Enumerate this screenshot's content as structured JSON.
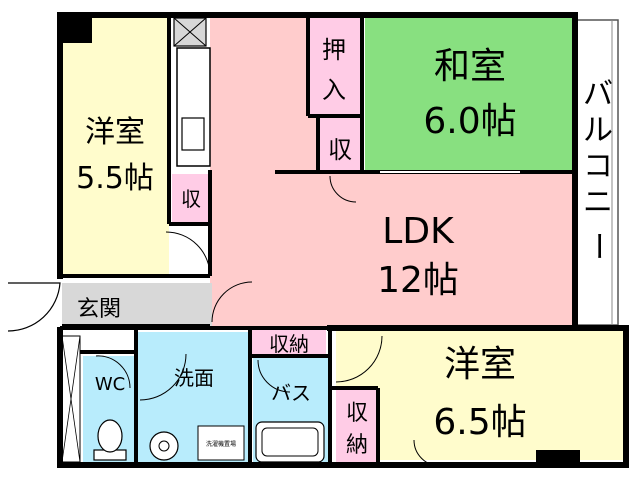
{
  "colors": {
    "western": "#fffccc",
    "japanese": "#88e080",
    "ldk": "#ffcccc",
    "water": "#b8ecfc",
    "storage": "#ffcce6",
    "entrance": "#d8d8d8",
    "wall": "#000000",
    "balcony_outline": "#555555"
  },
  "rooms": {
    "western_left": {
      "name": "洋室",
      "size": "5.5帖"
    },
    "japanese": {
      "name": "和室",
      "size": "6.0帖"
    },
    "ldk": {
      "name": "LDK",
      "size": "12帖"
    },
    "western_right": {
      "name": "洋室",
      "size": "6.5帖"
    },
    "entrance": {
      "name": "玄関"
    },
    "toilet": {
      "name": "WC"
    },
    "washroom": {
      "name": "洗面"
    },
    "bath": {
      "name": "バス"
    },
    "balcony": {
      "name": "バルコニー"
    }
  },
  "storage": {
    "oshiire": [
      "押",
      "入"
    ],
    "closet_japanese": "収",
    "closet_left": "収",
    "closet_center": "収納",
    "closet_right": [
      "収",
      "納"
    ]
  },
  "fixtures": {
    "washer_label": "洗濯機置場"
  }
}
